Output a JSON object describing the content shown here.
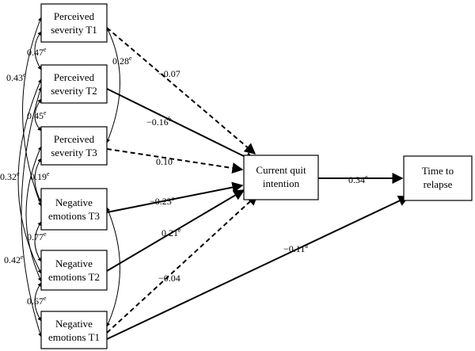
{
  "nodes": {
    "ps1": {
      "line1": "Perceived",
      "line2": "severity T1"
    },
    "ps2": {
      "line1": "Perceived",
      "line2": "severity T2"
    },
    "ps3": {
      "line1": "Perceived",
      "line2": "severity T3"
    },
    "ne3": {
      "line1": "Negative",
      "line2": "emotions T3"
    },
    "ne2": {
      "line1": "Negative",
      "line2": "emotions T2"
    },
    "ne1": {
      "line1": "Negative",
      "line2": "emotions T1"
    },
    "cqi": {
      "line1": "Current quit",
      "line2": "intention"
    },
    "ttr": {
      "line1": "Time to",
      "line2": "relapse"
    }
  },
  "paths": {
    "ps1_cqi": {
      "value": "−0.07",
      "sup": ""
    },
    "ps2_cqi": {
      "value": "−0.16",
      "sup": "b"
    },
    "ps3_cqi": {
      "value": "0.10",
      "sup": ""
    },
    "ne3_cqi": {
      "value": "−0.23",
      "sup": "e"
    },
    "ne2_cqi": {
      "value": "0.21",
      "sup": "e"
    },
    "ne1_cqi": {
      "value": "−0.04",
      "sup": ""
    },
    "cqi_ttr": {
      "value": "0.34",
      "sup": "e"
    },
    "ne1_ttr": {
      "value": "−0.11",
      "sup": "a"
    }
  },
  "correlations": {
    "ps1_ps2": {
      "value": "0.47",
      "sup": "e"
    },
    "ps1_ps3": {
      "value": "0.28",
      "sup": "e"
    },
    "ps1_ne1_outer": {
      "value": "0.43",
      "sup": "e"
    },
    "ps2_ps3": {
      "value": "0.45",
      "sup": "e"
    },
    "ps3_ne3": {
      "value": "0.19",
      "sup": "e"
    },
    "ps_ne_outer": {
      "value": "0.32",
      "sup": "e"
    },
    "ne3_ne2": {
      "value": "0.77",
      "sup": "e"
    },
    "ne3_ne1_outer": {
      "value": "0.42",
      "sup": "e"
    },
    "ne2_ne1": {
      "value": "0.67",
      "sup": "e"
    }
  }
}
